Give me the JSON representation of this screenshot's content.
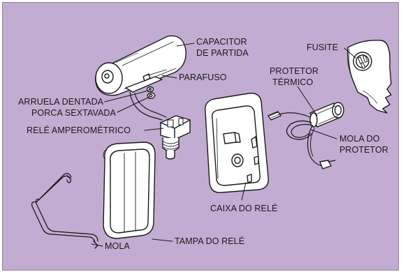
{
  "colors": {
    "background": "#c3acd1",
    "part_fill": "#ffffff",
    "outline": "#1a1a1a"
  },
  "labels": {
    "capacitor_line1": "CAPACITOR",
    "capacitor_line2": "DE PARTIDA",
    "parafuso": "PARAFUSO",
    "arruela": "ARRUELA DENTADA",
    "porca": "PORCA SEXTAVADA",
    "rele": "RELÉ AMPEROMÉTRICO",
    "fusite": "FUSITE",
    "protetor_line1": "PROTETOR",
    "protetor_line2": "TÉRMICO",
    "mola_protetor_line1": "MOLA DO",
    "mola_protetor_line2": "PROTETOR",
    "caixa": "CAIXA DO RELÉ",
    "tampa": "TAMPA DO RELÉ",
    "mola": "MOLA"
  }
}
